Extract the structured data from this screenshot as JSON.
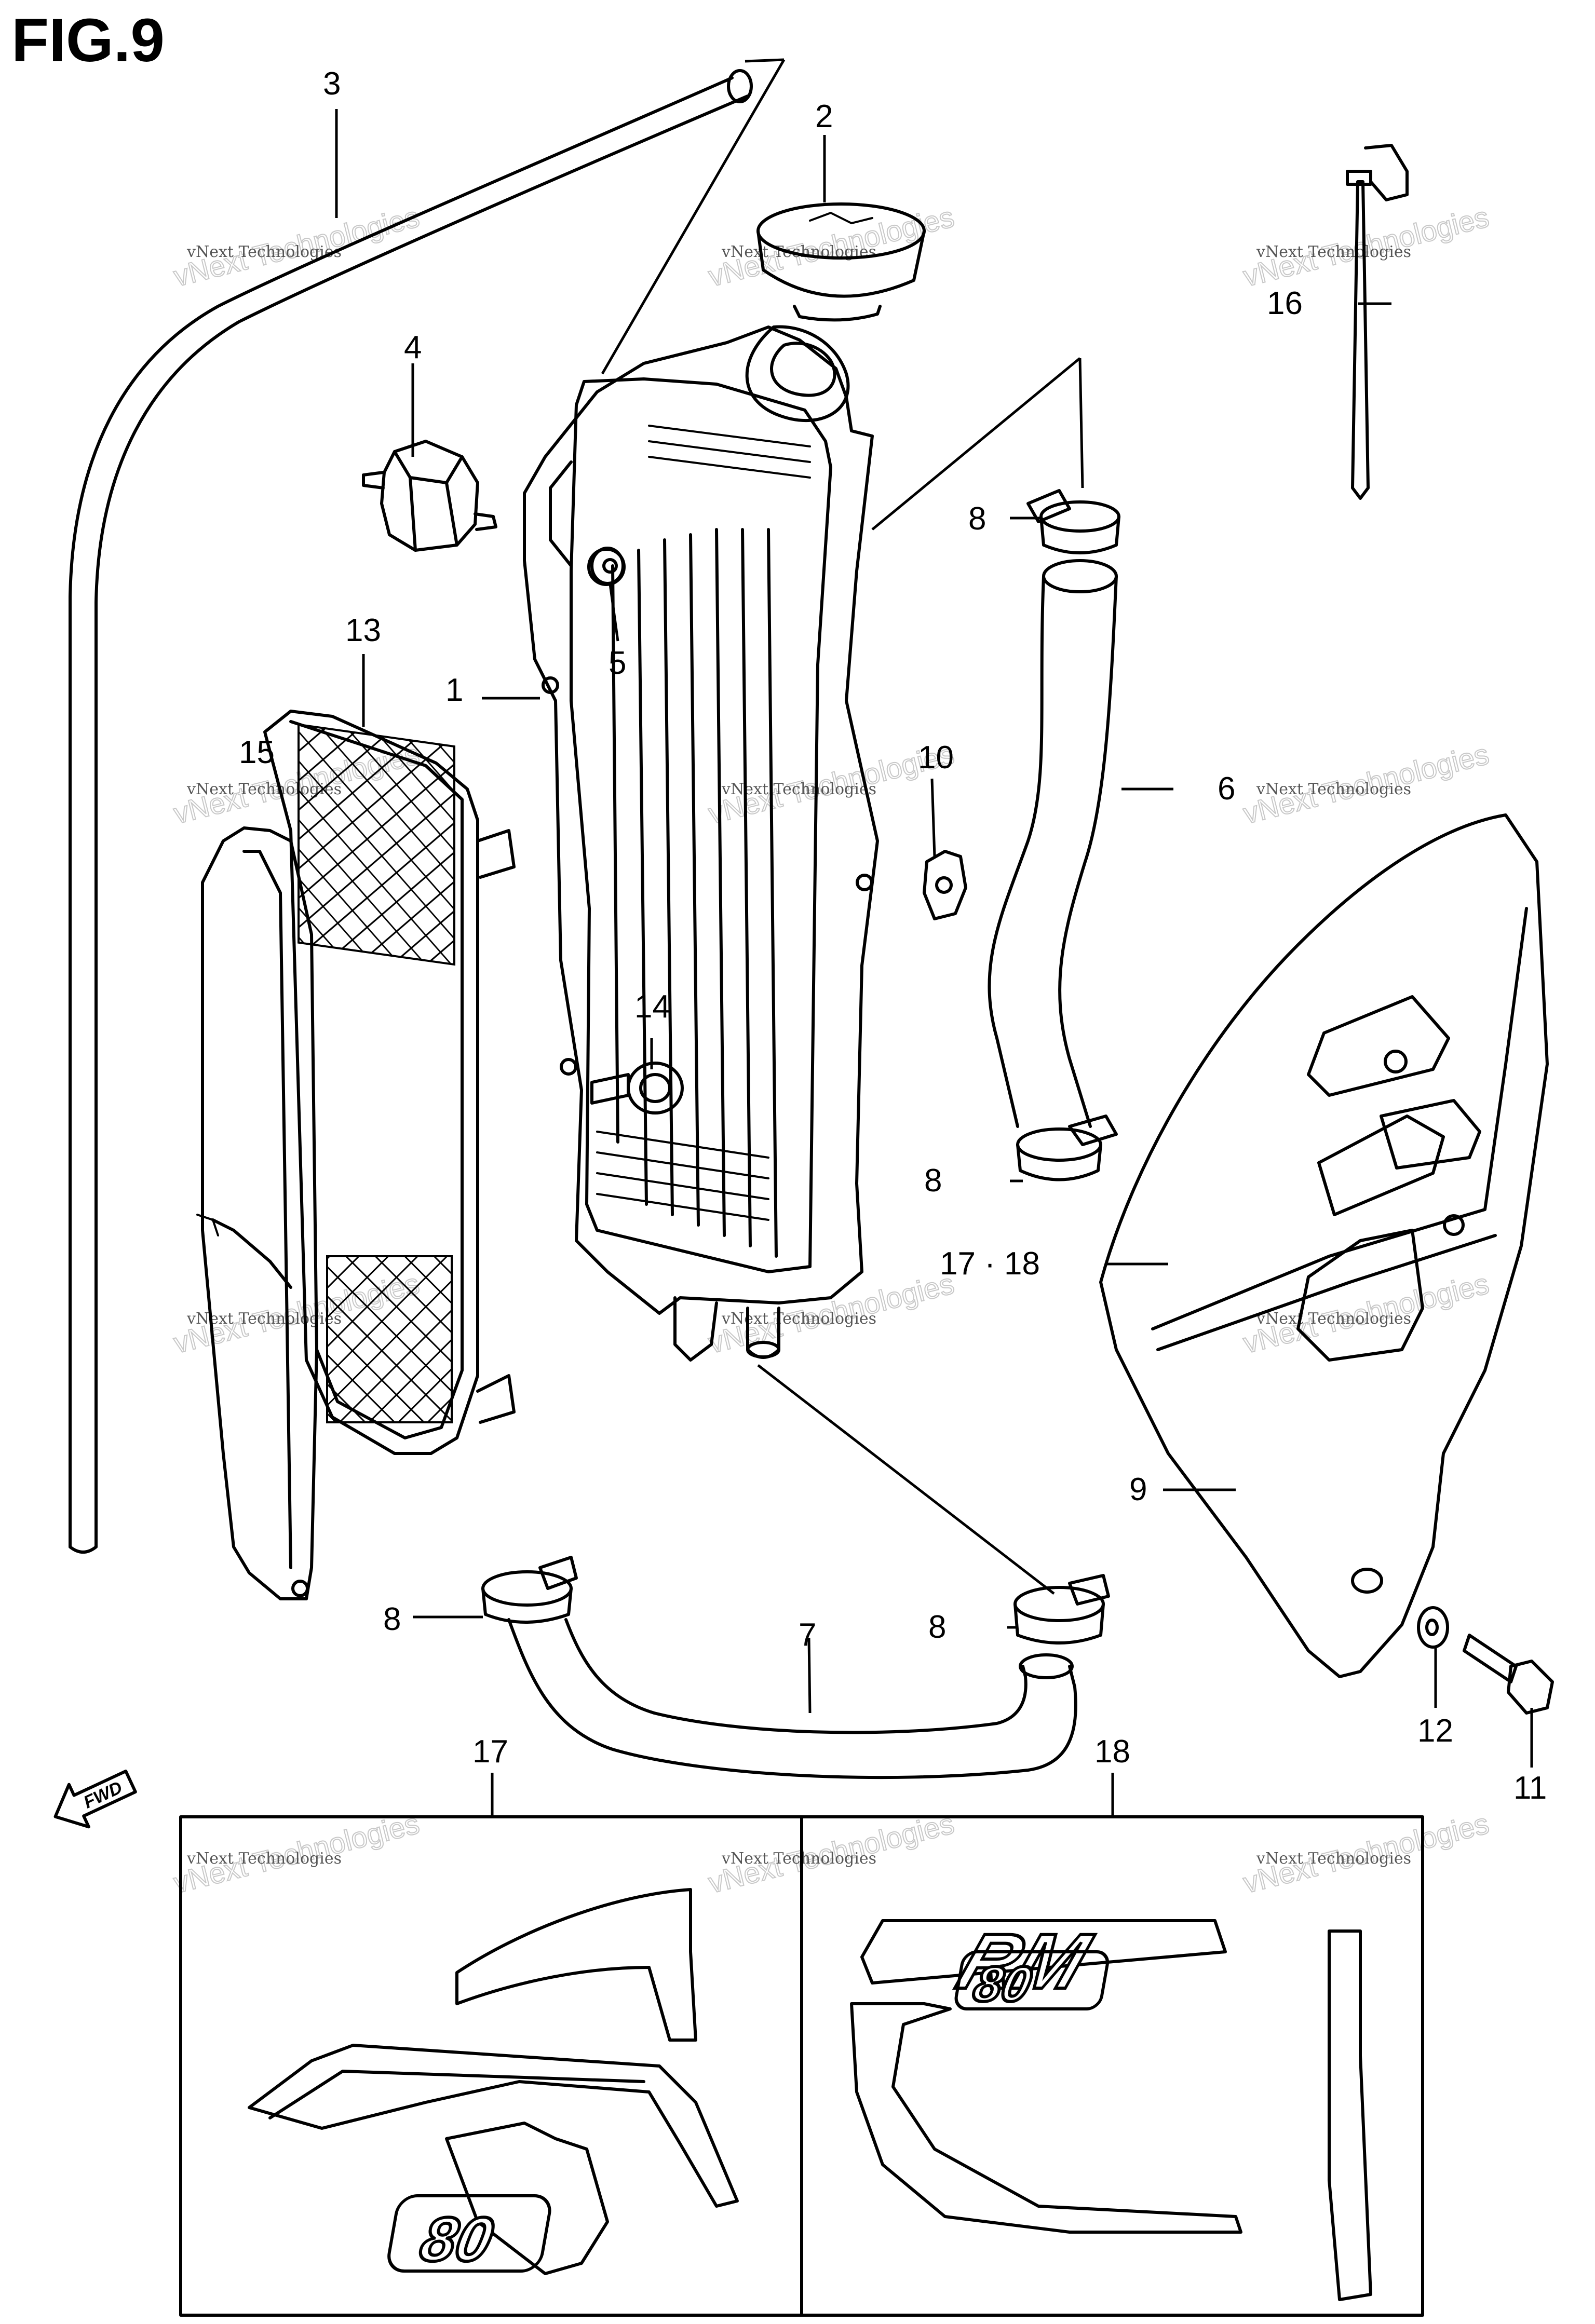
{
  "figure": {
    "title": "FIG.9"
  },
  "fwd_label": "FWD",
  "callouts": {
    "c1": "1",
    "c2": "2",
    "c3": "3",
    "c4": "4",
    "c5": "5",
    "c6": "6",
    "c7": "7",
    "c8a": "8",
    "c8b": "8",
    "c8c": "8",
    "c8d": "8",
    "c9": "9",
    "c10": "10",
    "c11": "11",
    "c12": "12",
    "c13": "13",
    "c14": "14",
    "c15": "15",
    "c16": "16",
    "c1718": "17 · 18",
    "c17": "17",
    "c18": "18"
  },
  "decals": {
    "rm": "RM",
    "eighty_a": "80",
    "eighty_b": "80"
  },
  "watermark": {
    "line1": "vNext Technologies",
    "line2": "vNext Technologies"
  }
}
